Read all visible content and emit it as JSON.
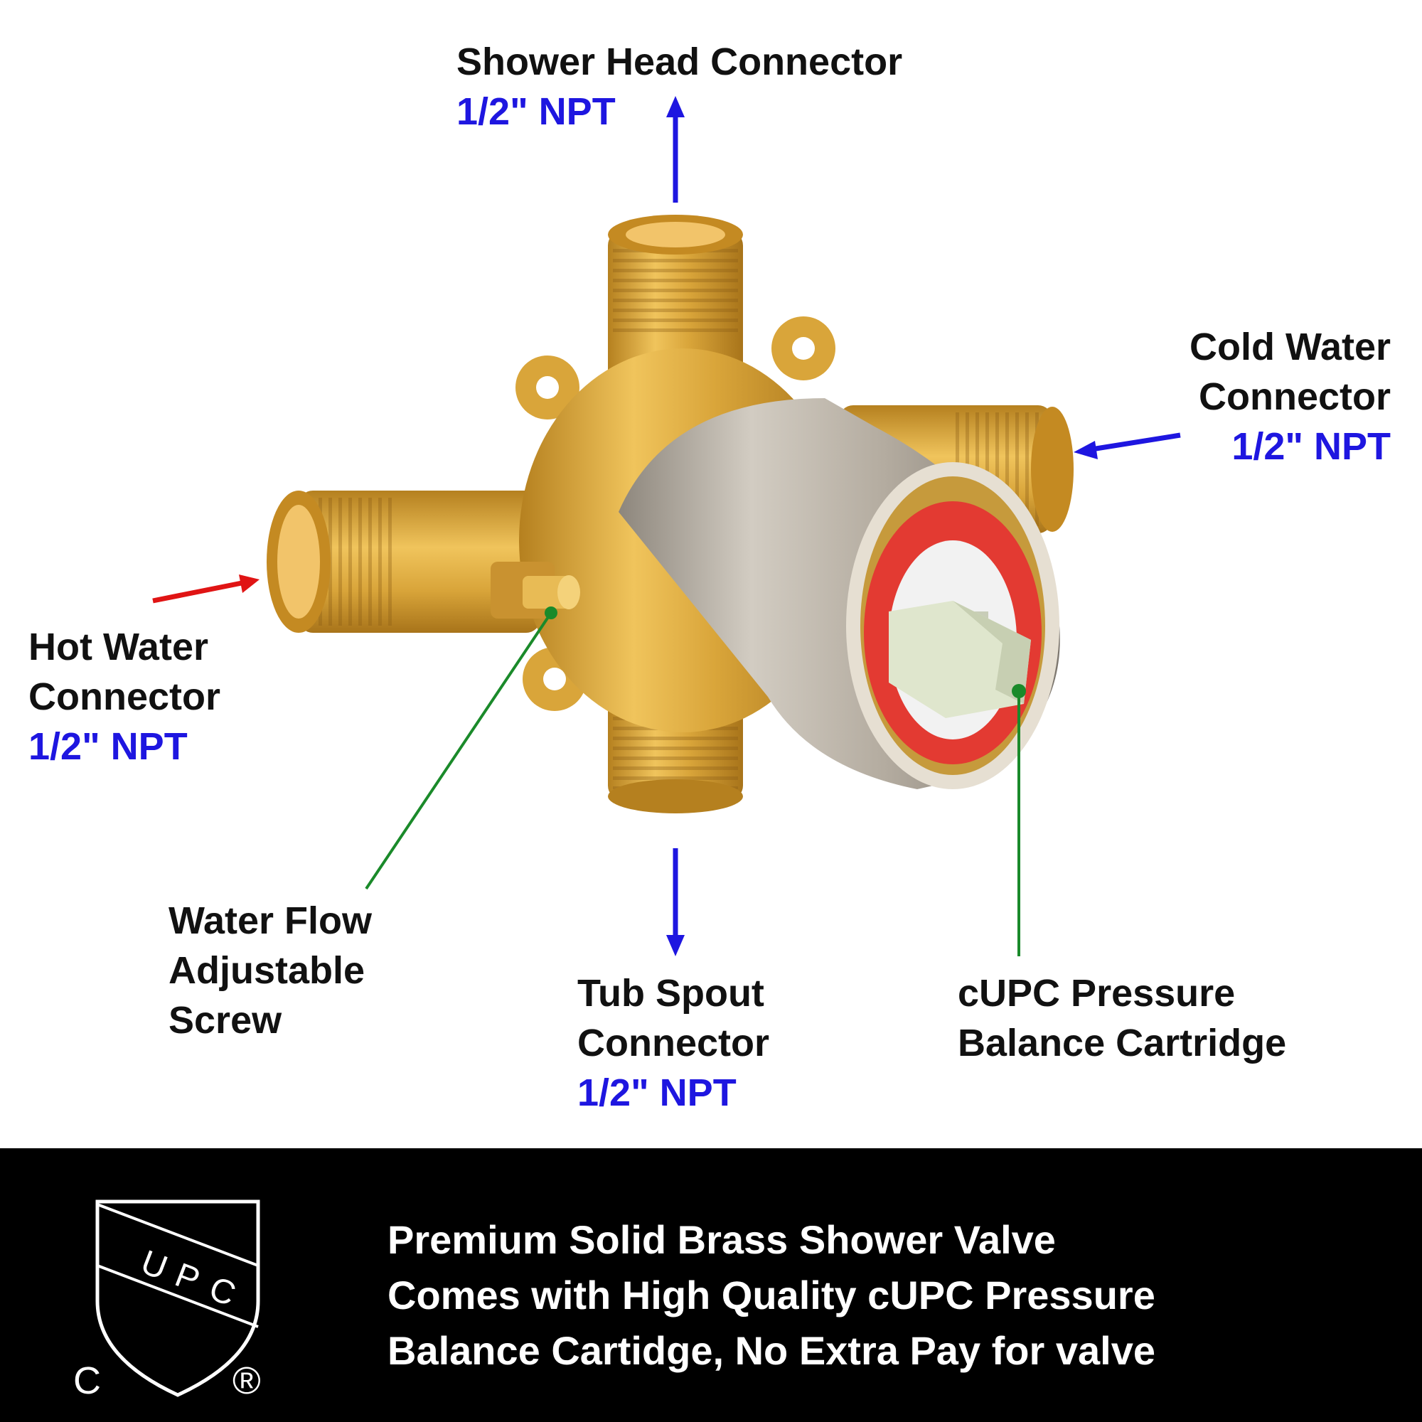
{
  "labels": {
    "shower_head": {
      "title": "Shower Head Connector",
      "size": "1/2\" NPT"
    },
    "cold_water": {
      "line1": "Cold Water",
      "line2": "Connector",
      "size": "1/2\" NPT"
    },
    "hot_water": {
      "line1": "Hot Water",
      "line2": "Connector",
      "size": "1/2\" NPT"
    },
    "flow_screw": {
      "line1": "Water Flow",
      "line2": "Adjustable",
      "line3": "Screw"
    },
    "tub_spout": {
      "line1": "Tub Spout",
      "line2": "Connector",
      "size": "1/2\" NPT"
    },
    "cartridge": {
      "line1": "cUPC Pressure",
      "line2": "Balance Cartridge"
    }
  },
  "banner": {
    "line1": "Premium Solid Brass Shower Valve",
    "line2": "Comes with High Quality cUPC Pressure",
    "line3": "Balance Cartidge, No Extra Pay for valve"
  },
  "logo": {
    "text_u": "U",
    "text_p": "P",
    "text_c": "C",
    "prefix": "C",
    "registered": "®"
  },
  "colors": {
    "size_text": "#1e16e0",
    "arrow_blue": "#1e16e0",
    "arrow_red": "#e01414",
    "leader_green": "#1a8a2a",
    "brass": "#d9a53a",
    "nickel": "#b4aca0"
  }
}
